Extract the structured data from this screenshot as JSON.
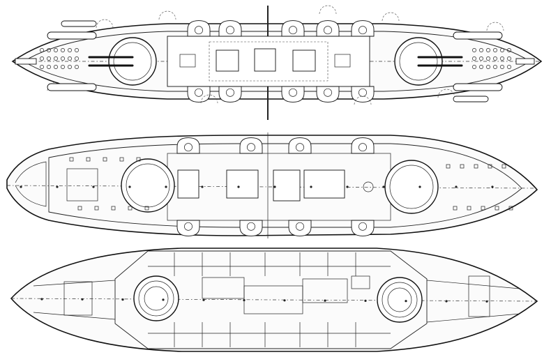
{
  "drawing": {
    "description_hidden": false,
    "ink_color": "#111111",
    "paper_color": "#ffffff",
    "views": [
      {
        "view": "upper-deck-plan",
        "barbettes": 2,
        "sponsons_per_side": 5
      },
      {
        "view": "main-deck-plan",
        "barbettes": 2,
        "sponsons_per_side": 4
      },
      {
        "view": "lower-deck-plan",
        "barbettes": 2,
        "sponsons_per_side": 0
      }
    ]
  }
}
